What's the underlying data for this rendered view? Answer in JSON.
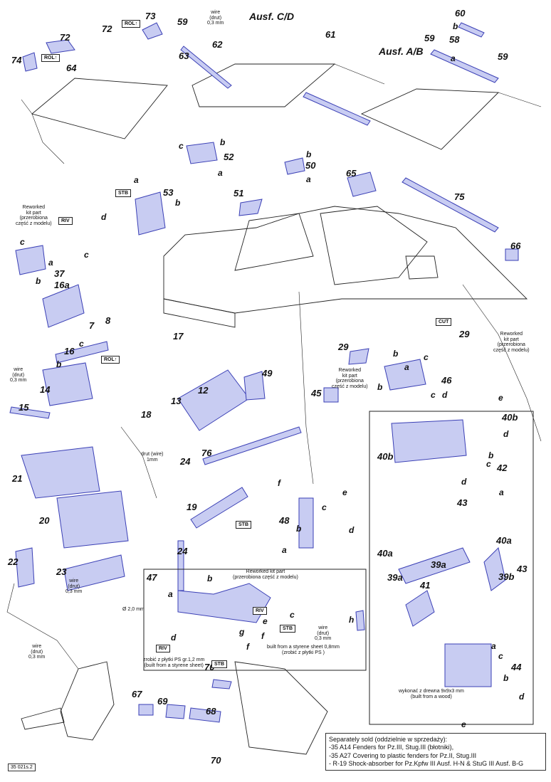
{
  "titles": {
    "ausf_cd": "Ausf. C/D",
    "ausf_ab": "Ausf. A/B"
  },
  "labels": [
    "74",
    "ROL↑",
    "72",
    "72",
    "ROL↑",
    "73",
    "64",
    "59",
    "63",
    "wire\n(drut)\n0,3 mm",
    "62",
    "61",
    "60",
    "59",
    "b",
    "58",
    "a",
    "59",
    "c",
    "b",
    "52",
    "a",
    "a",
    "53",
    "STB",
    "b",
    "b",
    "50",
    "a",
    "65",
    "51",
    "75",
    "66",
    "Reworked\nkit part\n(przerobiona\nczęść z modelu)",
    "RIV",
    "d",
    "c",
    "c",
    "a",
    "37",
    "b",
    "16a",
    "8",
    "7",
    "17",
    "16",
    "c",
    "b",
    "ROL↑",
    "wire\n(drut)\n0,3 mm",
    "14",
    "15",
    "12",
    "13",
    "49",
    "18",
    "drut (wire)\n1mm",
    "24",
    "76",
    "21",
    "20",
    "19",
    "STB",
    "22",
    "23",
    "24",
    "wire\n(drut)\n0,3 mm",
    "Ø 2,0 mm",
    "wire\n(drut)\n0,3 mm",
    "29",
    "45",
    "Reworked\nkit part\n(przerobiona\nczęść z modelu)",
    "b",
    "c",
    "b",
    "a",
    "46",
    "c",
    "d",
    "CUT",
    "29",
    "Reworked\nkit part\n(przerobiona\nczęść z modelu)",
    "e",
    "48",
    "f",
    "c",
    "e",
    "b",
    "d",
    "a",
    "40b",
    "d",
    "40b",
    "b",
    "42",
    "c",
    "d",
    "a",
    "43",
    "40a",
    "40a",
    "39a",
    "41",
    "39a",
    "39b",
    "43",
    "a",
    "c",
    "b",
    "44",
    "wykonać z drewna 9x9x3 mm\n(built from a wood)",
    "d",
    "e",
    "67",
    "69",
    "68",
    "70",
    "70",
    "47",
    "b",
    "a",
    "d",
    "RIV",
    "zrobić z płytki PS gr.1,2 mm\n(built from a styrene sheet)",
    "Reworked kit part\n(przerobiona część z modelu)",
    "RIV",
    "c",
    "e",
    "STB",
    "g",
    "f",
    "f",
    "STB",
    "h",
    "wire\n(drut)\n0,3 mm",
    "built from a styrene sheet 0,8mm\n(zrobić z płytki PS )"
  ],
  "notes": {
    "heading": "Separately sold (oddzielnie w sprzedaży):",
    "items": [
      "-35 A14 Fenders for Pz.III, Stug.III (błotniki),",
      "-35 A27 Covering to plastic fenders for Pz.II, Stug.III",
      "- R-19    Shock-absorber for Pz.Kpfw III Ausf. H-N & StuG III Ausf. B-G"
    ]
  },
  "sheet_code": "35 021s.2",
  "colors": {
    "part": "#c8ccf2",
    "part_stroke": "#3a3fb5",
    "line": "#222222"
  }
}
